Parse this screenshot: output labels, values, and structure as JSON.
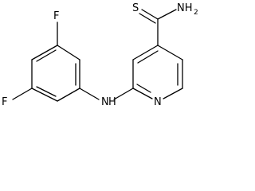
{
  "molecule": {
    "atoms": {
      "fluorine_top": "F",
      "fluorine_bottom": "F",
      "amine_n": "N",
      "amine_h": "H",
      "pyridine_n": "N",
      "sulfur": "S",
      "amide_n": "NH",
      "amide_sub": "2"
    }
  }
}
